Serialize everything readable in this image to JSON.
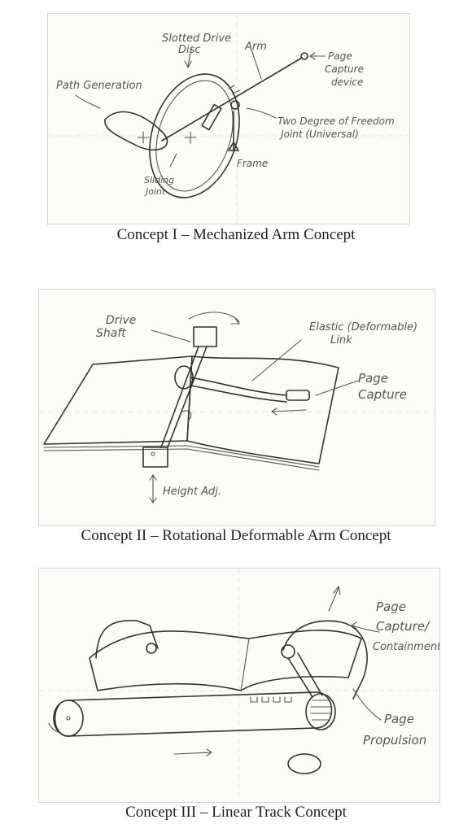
{
  "concept1": {
    "caption": "Concept I – Mechanized Arm Concept",
    "labels": {
      "slotted_drive": "Slotted Drive",
      "disc": "Disc",
      "arm": "Arm",
      "page": "Page",
      "capture": "Capture",
      "device": "device",
      "path_generation": "Path Generation",
      "two_degree": "Two Degree of Freedom",
      "joint_universal": "Joint (Universal)",
      "frame": "Frame",
      "sliding": "Sliding",
      "joint": "Joint"
    }
  },
  "concept2": {
    "caption": "Concept II – Rotational Deformable Arm Concept",
    "labels": {
      "drive": "Drive",
      "shaft": "Shaft",
      "elastic": "Elastic (Deformable)",
      "link": "Link",
      "page": "Page",
      "capture": "Capture",
      "height_adj": "Height Adj."
    }
  },
  "concept3": {
    "caption": "Concept III – Linear Track Concept",
    "labels": {
      "page": "Page",
      "capture_containment": "Capture/",
      "containment": "Containment",
      "page2": "Page",
      "propulsion": "Propulsion"
    }
  }
}
